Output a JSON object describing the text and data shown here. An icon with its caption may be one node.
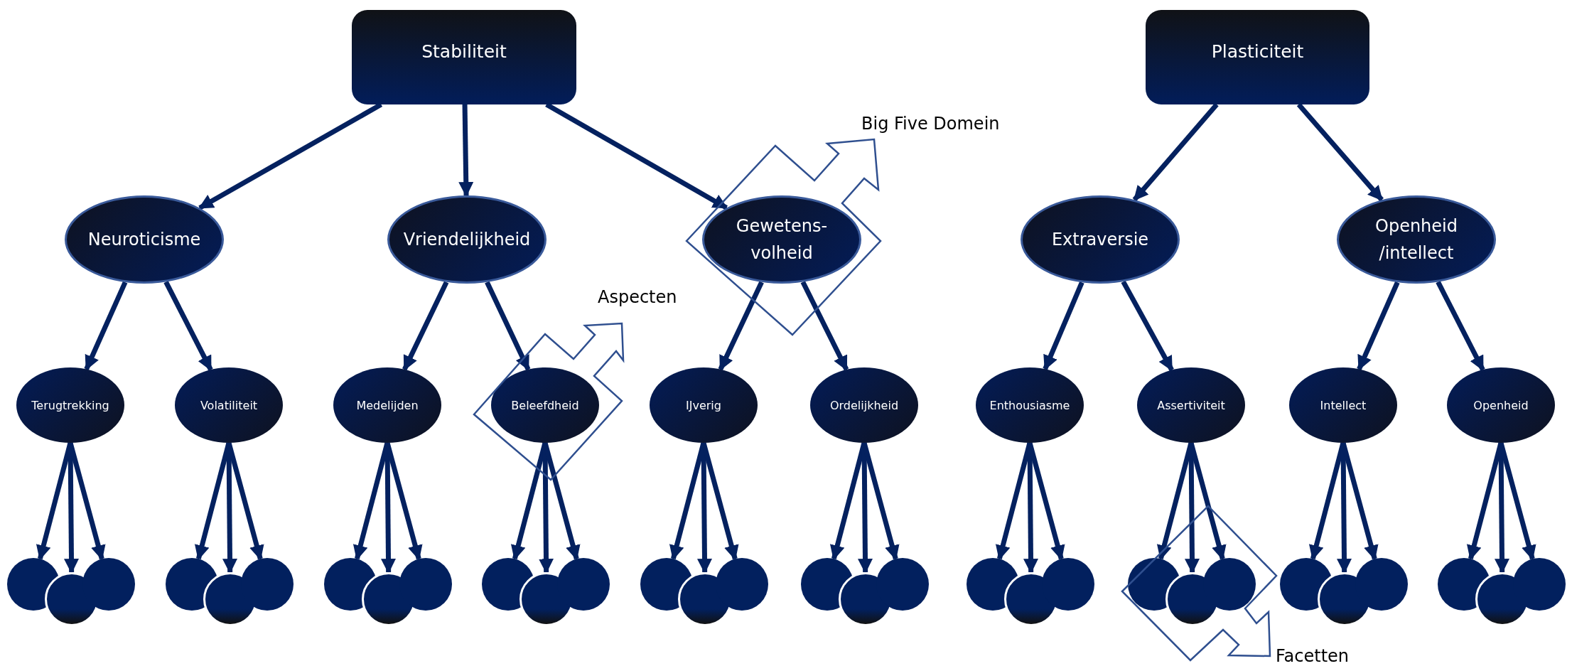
{
  "diagram": {
    "nodes": [
      {
        "text": [
          "Stabiliteit"
        ]
      },
      {
        "text": [
          "Plasticiteit"
        ]
      },
      {
        "text": [
          "Neuroticisme"
        ]
      },
      {
        "text": [
          "Vriendelijkheid"
        ]
      },
      {
        "text": [
          "Gewetens- volheid"
        ]
      },
      {
        "text": [
          "Extraversie"
        ]
      },
      {
        "text": [
          "Openheid /intellect"
        ]
      },
      {
        "text": [
          "Terugtrekking"
        ]
      },
      {
        "text": [
          "Volatiliteit"
        ]
      },
      {
        "text": [
          "Medelijden"
        ]
      },
      {
        "text": [
          "Beleefdheid"
        ]
      },
      {
        "text": [
          "IJverig"
        ]
      },
      {
        "text": [
          "Ordelijkheid"
        ]
      },
      {
        "text": [
          "Enthousiasme"
        ]
      },
      {
        "text": [
          "Assertiviteit"
        ]
      },
      {
        "text": [
          "Intellect"
        ]
      },
      {
        "text": [
          "Openheid"
        ]
      },
      {
        "text": [],
        "shape": "circle"
      },
      {
        "text": [],
        "shape": "circle"
      },
      {
        "text": [],
        "shape": "circle"
      },
      {
        "text": [],
        "shape": "circle"
      },
      {
        "text": [],
        "shape": "circle"
      },
      {
        "text": [],
        "shape": "circle"
      },
      {
        "text": [],
        "shape": "circle"
      },
      {
        "text": [],
        "shape": "circle"
      },
      {
        "text": [],
        "shape": "circle"
      },
      {
        "text": [],
        "shape": "circle"
      },
      {
        "text": [],
        "shape": "circle"
      },
      {
        "text": [],
        "shape": "circle"
      },
      {
        "text": [],
        "shape": "circle"
      },
      {
        "text": [],
        "shape": "circle"
      },
      {
        "text": [],
        "shape": "circle"
      },
      {
        "text": [],
        "shape": "circle"
      },
      {
        "text": [],
        "shape": "circle"
      },
      {
        "text": [],
        "shape": "circle"
      },
      {
        "text": [],
        "shape": "circle"
      },
      {
        "text": [],
        "shape": "circle"
      },
      {
        "text": [],
        "shape": "circle"
      },
      {
        "text": [],
        "shape": "circle"
      },
      {
        "text": [],
        "shape": "circle"
      },
      {
        "text": [],
        "shape": "circle"
      },
      {
        "text": [],
        "shape": "circle"
      },
      {
        "text": [],
        "shape": "circle"
      },
      {
        "text": [],
        "shape": "circle"
      },
      {
        "text": [],
        "shape": "circle"
      },
      {
        "text": [],
        "shape": "circle"
      },
      {
        "text": [],
        "shape": "circle"
      }
    ],
    "edges": [
      {
        "from": 0,
        "to": 2,
        "arrow": "to"
      },
      {
        "from": 0,
        "to": 3,
        "arrow": "to"
      },
      {
        "from": 0,
        "to": 4,
        "arrow": "to"
      },
      {
        "from": 1,
        "to": 5,
        "arrow": "to"
      },
      {
        "from": 1,
        "to": 6,
        "arrow": "to"
      },
      {
        "from": 2,
        "to": 7,
        "arrow": "to"
      },
      {
        "from": 2,
        "to": 8,
        "arrow": "to"
      },
      {
        "from": 3,
        "to": 9,
        "arrow": "to"
      },
      {
        "from": 3,
        "to": 10,
        "arrow": "to"
      },
      {
        "from": 4,
        "to": 11,
        "arrow": "to"
      },
      {
        "from": 4,
        "to": 12,
        "arrow": "to"
      },
      {
        "from": 5,
        "to": 13,
        "arrow": "to"
      },
      {
        "from": 5,
        "to": 14,
        "arrow": "to"
      },
      {
        "from": 6,
        "to": 15,
        "arrow": "to"
      },
      {
        "from": 6,
        "to": 16,
        "arrow": "to"
      },
      {
        "from": 7,
        "to": 17,
        "arrow": "to"
      },
      {
        "from": 7,
        "to": 18,
        "arrow": "to"
      },
      {
        "from": 7,
        "to": 19,
        "arrow": "to"
      },
      {
        "from": 8,
        "to": 20,
        "arrow": "to"
      },
      {
        "from": 8,
        "to": 21,
        "arrow": "to"
      },
      {
        "from": 8,
        "to": 22,
        "arrow": "to"
      },
      {
        "from": 9,
        "to": 23,
        "arrow": "to"
      },
      {
        "from": 9,
        "to": 24,
        "arrow": "to"
      },
      {
        "from": 9,
        "to": 25,
        "arrow": "to"
      },
      {
        "from": 10,
        "to": 26,
        "arrow": "to"
      },
      {
        "from": 10,
        "to": 27,
        "arrow": "to"
      },
      {
        "from": 10,
        "to": 28,
        "arrow": "to"
      },
      {
        "from": 11,
        "to": 29,
        "arrow": "to"
      },
      {
        "from": 11,
        "to": 30,
        "arrow": "to"
      },
      {
        "from": 11,
        "to": 31,
        "arrow": "to"
      },
      {
        "from": 12,
        "to": 32,
        "arrow": "to"
      },
      {
        "from": 12,
        "to": 33,
        "arrow": "to"
      },
      {
        "from": 12,
        "to": 34,
        "arrow": "to"
      },
      {
        "from": 13,
        "to": 35,
        "arrow": "to"
      },
      {
        "from": 13,
        "to": 36,
        "arrow": "to"
      },
      {
        "from": 13,
        "to": 37,
        "arrow": "to"
      },
      {
        "from": 14,
        "to": 38,
        "arrow": "to"
      },
      {
        "from": 14,
        "to": 39,
        "arrow": "to"
      },
      {
        "from": 14,
        "to": 40,
        "arrow": "to"
      },
      {
        "from": 15,
        "to": 41,
        "arrow": "to"
      },
      {
        "from": 15,
        "to": 42,
        "arrow": "to"
      },
      {
        "from": 15,
        "to": 43,
        "arrow": "to"
      },
      {
        "from": 16,
        "to": 44,
        "arrow": "to"
      },
      {
        "from": 16,
        "to": 45,
        "arrow": "to"
      },
      {
        "from": 16,
        "to": 46,
        "arrow": "to"
      }
    ],
    "labels": [
      "Big Five Domein",
      "Aspecten",
      "Facetten"
    ]
  }
}
